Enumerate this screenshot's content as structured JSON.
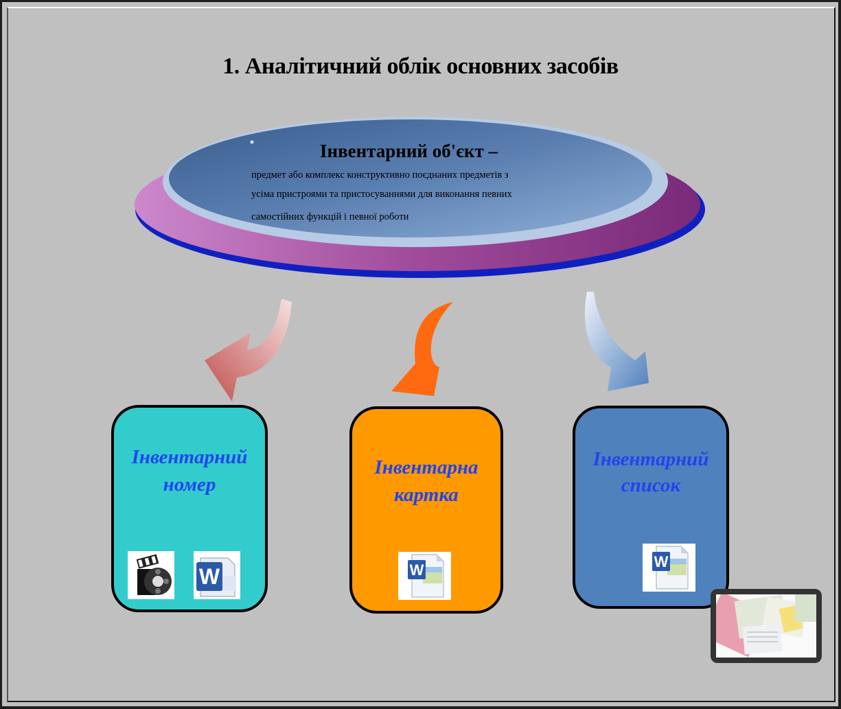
{
  "title": "1. Аналітичний облік основних засобів",
  "definition": {
    "heading": "Інвентарний об'єкт –",
    "lines": [
      "предмет або комплекс конструктивно поєднаних предметів з",
      "усіма пристроями та пристосуваннями для виконання певних",
      "самостійних функцій і певної роботи"
    ]
  },
  "cards": [
    {
      "label_line1": "Інвентарний",
      "label_line2": "номер",
      "color": "#33cccc",
      "icons": [
        "film-icon",
        "word-icon"
      ]
    },
    {
      "label_line1": "Інвентарна",
      "label_line2": "картка",
      "color": "#ff9900",
      "icons": [
        "word-document-icon"
      ]
    },
    {
      "label_line1": "Інвентарний",
      "label_line2": "список",
      "color": "#4f81bd",
      "icons": [
        "word-document-icon"
      ]
    }
  ],
  "colors": {
    "background": "#c0c0c0",
    "arrow_left": "#c0504d",
    "arrow_middle": "#ff6600",
    "arrow_right": "#4f81bd",
    "label_text": "#2244ee"
  }
}
